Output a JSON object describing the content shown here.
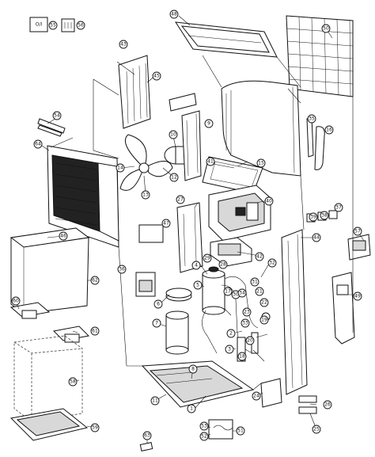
{
  "legend_box": {
    "text": "O/I"
  },
  "callouts": [
    "1",
    "2",
    "3",
    "4",
    "5",
    "6",
    "7",
    "8",
    "9",
    "10",
    "11",
    "12",
    "13",
    "14",
    "15",
    "16",
    "17",
    "18",
    "19",
    "20",
    "21",
    "22",
    "23",
    "24",
    "25",
    "26",
    "27",
    "28",
    "29",
    "30",
    "31",
    "32",
    "33",
    "34",
    "35",
    "36",
    "37",
    "38",
    "39",
    "40",
    "41",
    "42",
    "43",
    "44",
    "45",
    "46",
    "47",
    "48",
    "49",
    "50",
    "51",
    "52",
    "53",
    "54",
    "55",
    "56",
    "57",
    "58",
    "59",
    "60",
    "61",
    "62",
    "63",
    "64"
  ]
}
